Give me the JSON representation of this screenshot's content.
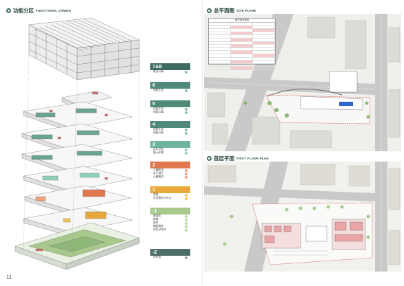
{
  "left_page": {
    "title_zh": "功能分区",
    "title_en": "FUNCTIONAL ZONING",
    "page_number": "11",
    "legend": [
      {
        "label": "7&8",
        "color": "#3d6b62",
        "items": [
          {
            "text": "商业公寓",
            "dot": "#8fbfae"
          }
        ]
      },
      {
        "label": "6",
        "color": "#4f8a7a",
        "items": [
          {
            "text": "创客工坊",
            "dot": "#8fbfae"
          }
        ]
      },
      {
        "label": "5",
        "color": "#4f8a7a",
        "items": [
          {
            "text": "创客工坊",
            "dot": "#8fbfae"
          },
          {
            "text": "创客公寓",
            "dot": "#8fbfae"
          }
        ]
      },
      {
        "label": "4",
        "color": "#4f8a7a",
        "items": [
          {
            "text": "创客工坊",
            "dot": "#8fbfae"
          },
          {
            "text": "创客公寓",
            "dot": "#8fbfae"
          }
        ]
      },
      {
        "label": "3",
        "color": "#6fb59b",
        "items": [
          {
            "text": "老年活动",
            "dot": "#8fd0b5"
          },
          {
            "text": "展示护理",
            "dot": "#8fd0b5"
          }
        ]
      },
      {
        "label": "2",
        "color": "#e0774f",
        "items": [
          {
            "text": "儿童图书",
            "dot": "#f2a17f"
          },
          {
            "text": "亲子餐厅",
            "dot": "#f2a17f"
          },
          {
            "text": "儿童服务",
            "dot": "#f2a17f"
          }
        ]
      },
      {
        "label": "1",
        "color": "#e8a83a",
        "items": [
          {
            "text": "零售",
            "dot": "#f2c460"
          },
          {
            "text": "社区服务与办公",
            "dot": "#f2c460"
          }
        ]
      },
      {
        "label": "-1",
        "color": "#a7c98b",
        "items": [
          {
            "text": "健身房",
            "dot": "#bcd9a2"
          },
          {
            "text": "商铺",
            "dot": "#bcd9a2"
          },
          {
            "text": "超市",
            "dot": "#bcd9a2"
          },
          {
            "text": "辅助用房",
            "dot": "#bcd9a2"
          },
          {
            "text": "非机动车库",
            "dot": "#bcd9a2"
          }
        ]
      },
      {
        "label": "-2",
        "color": "#4e6f68",
        "items": [
          {
            "text": "停车场",
            "dot": "#8fa8a2"
          }
        ]
      }
    ]
  },
  "right_page": {
    "site_plan": {
      "title_zh": "总平面图",
      "title_en": "SITE PLANE",
      "table_title": "经济技术指标"
    },
    "first_floor": {
      "title_zh": "首层平面",
      "title_en": "FIRST FLOOR PLAN"
    }
  },
  "colors": {
    "accent": "#3e6a5f",
    "road": "#c9c9c9",
    "green": "#a6c98c",
    "pink": "#e9a5a5"
  }
}
